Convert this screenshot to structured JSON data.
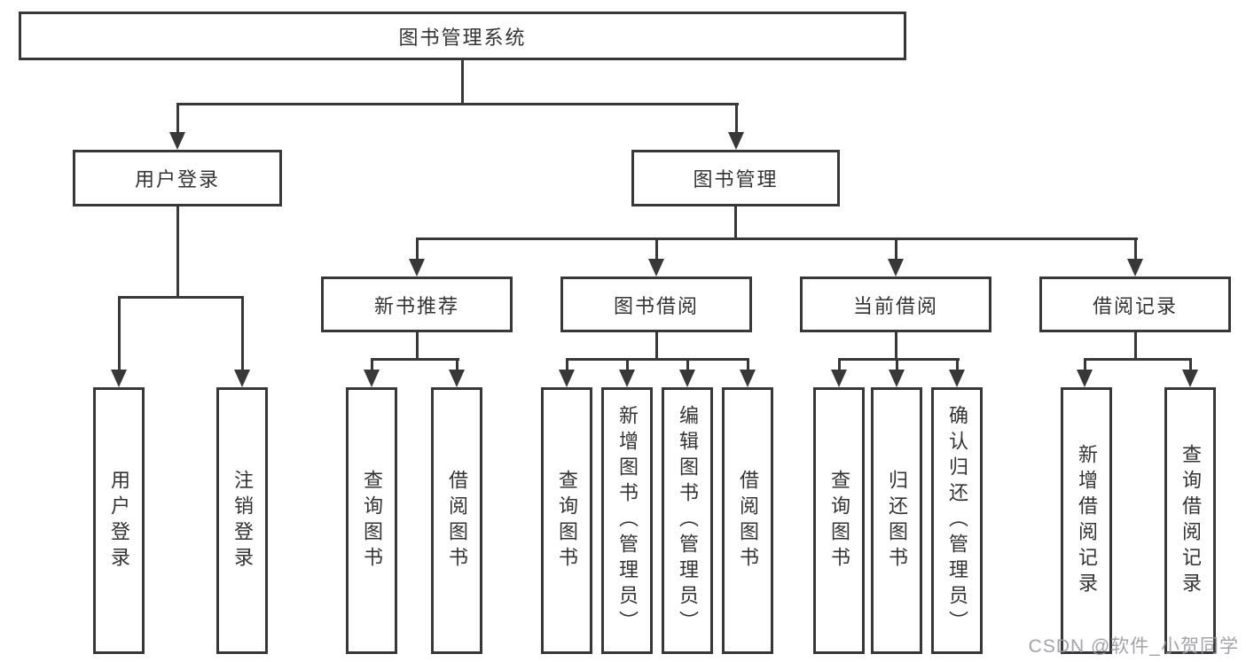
{
  "diagram": {
    "root_label": "图书管理系统",
    "user_login": {
      "label": "用户登录",
      "children": [
        "用户登录",
        "注销登录"
      ]
    },
    "book_mgmt": {
      "label": "图书管理",
      "sections": {
        "new_books": {
          "label": "新书推荐",
          "children": [
            "查询图书",
            "借阅图书"
          ]
        },
        "borrowing": {
          "label": "图书借阅",
          "children": [
            "查询图书",
            "新增图书（管理员）",
            "编辑图书（管理员）",
            "借阅图书"
          ]
        },
        "current": {
          "label": "当前借阅",
          "children": [
            "查询图书",
            "归还图书",
            "确认归还（管理员）"
          ]
        },
        "records": {
          "label": "借阅记录",
          "children": [
            "新增借阅记录",
            "查询借阅记录"
          ]
        }
      }
    }
  },
  "watermark": "CSDN @软件_小贺同学",
  "colors": {
    "line": "#383838",
    "text": "#333333",
    "background": "#ffffff",
    "watermark": "#9898a2"
  }
}
